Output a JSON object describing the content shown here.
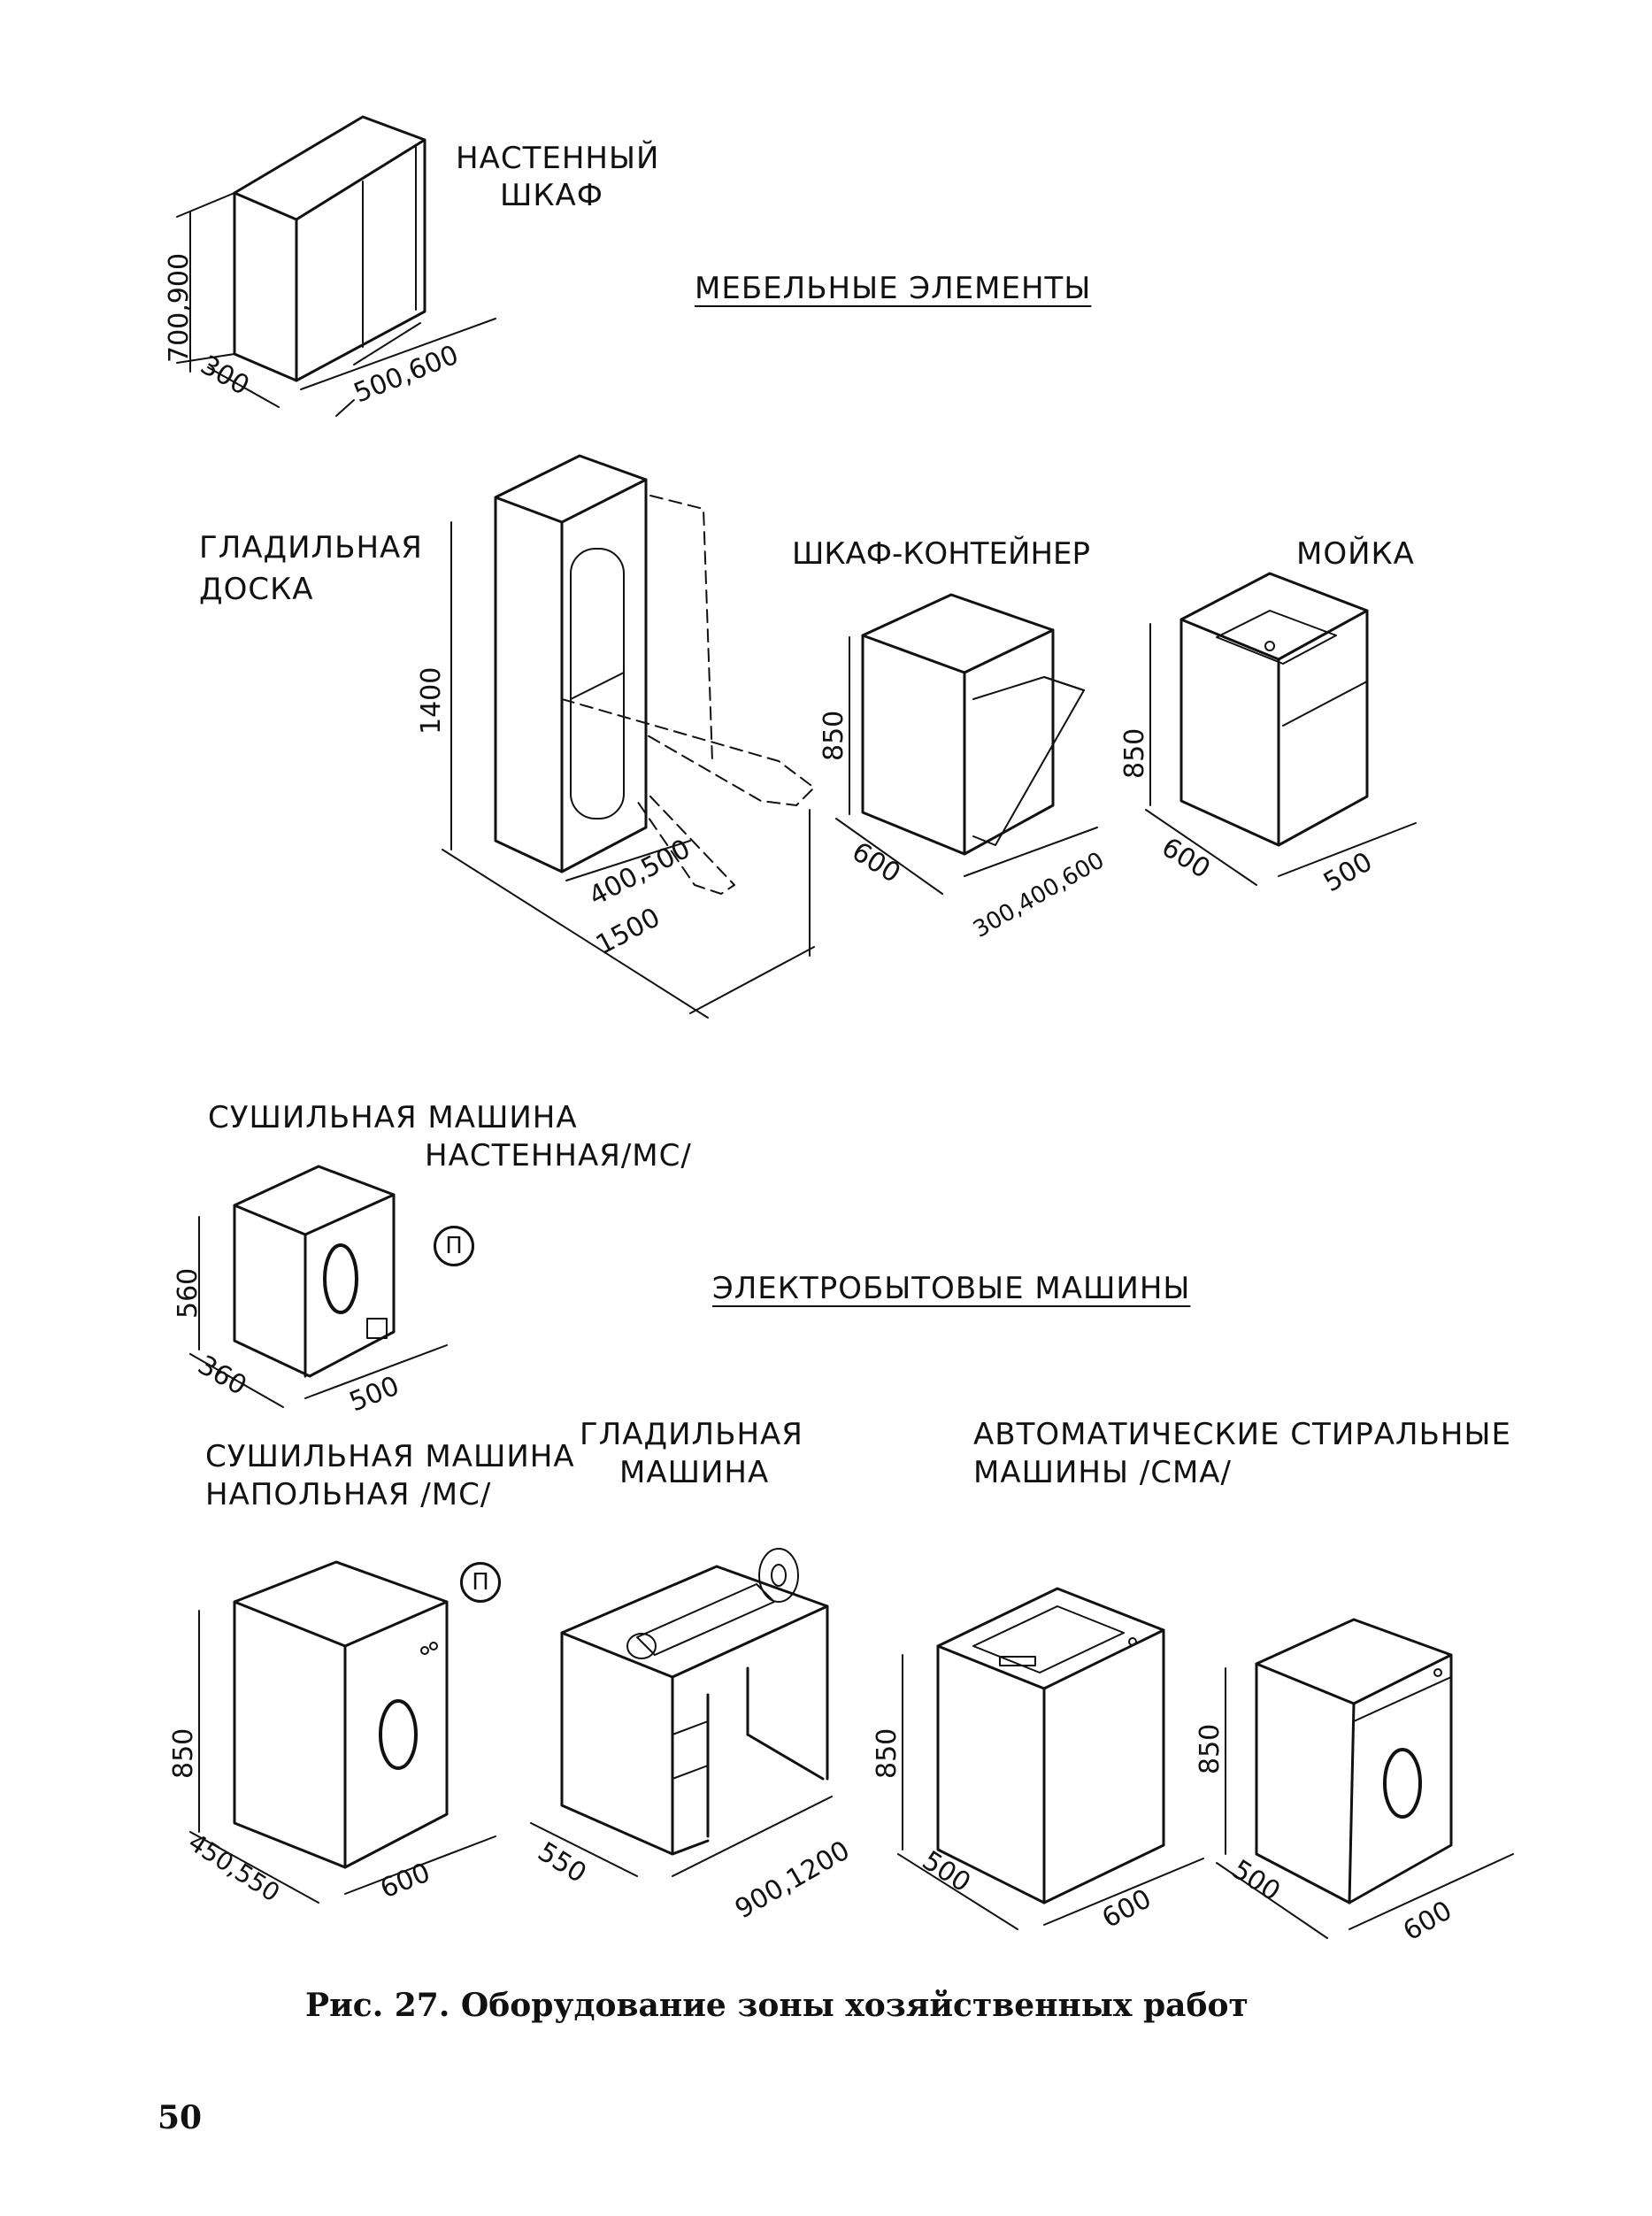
{
  "sections": {
    "furniture": "МЕБЕЛЬНЫЕ ЭЛЕМЕНТЫ",
    "appliances": "ЭЛЕКТРОБЫТОВЫЕ МАШИНЫ"
  },
  "items": {
    "wall_cabinet": {
      "label_1": "НАСТЕННЫЙ",
      "label_2": "ШКАФ",
      "height": "700,900",
      "depth": "300",
      "width": "500,600"
    },
    "ironing_board": {
      "label_1": "ГЛАДИЛЬНАЯ",
      "label_2": "ДОСКА",
      "height": "1400",
      "depth": "400,500",
      "length": "1500"
    },
    "container_cabinet": {
      "label": "ШКАФ-КОНТЕЙНЕР",
      "height": "850",
      "depth": "600",
      "width": "300,400,600"
    },
    "sink": {
      "label": "МОЙКА",
      "height": "850",
      "depth": "600",
      "width": "500"
    },
    "wall_dryer": {
      "label_1": "СУШИЛЬНАЯ  МАШИНА",
      "label_2": "НАСТЕННАЯ/МС/",
      "marker": "П",
      "height": "560",
      "depth": "360",
      "width": "500"
    },
    "floor_dryer": {
      "label_1": "СУШИЛЬНАЯ МАШИНА",
      "label_2": "НАПОЛЬНАЯ /МС/",
      "marker": "П",
      "height": "850",
      "depth": "450,550",
      "width": "600"
    },
    "ironing_machine": {
      "label_1": "ГЛАДИЛЬНАЯ",
      "label_2": "МАШИНА",
      "depth": "550",
      "width": "900,1200"
    },
    "washing_machines": {
      "label_1": "АВТОМАТИЧЕСКИЕ  СТИРАЛЬНЫЕ",
      "label_2": "МАШИНЫ   /СМА/",
      "top_height": "850",
      "top_depth": "500",
      "top_width": "600",
      "front_height": "850",
      "front_depth": "500",
      "front_width": "600"
    }
  },
  "caption": "Рис. 27. Оборудование зоны хозяйственных работ",
  "page_number": "50"
}
